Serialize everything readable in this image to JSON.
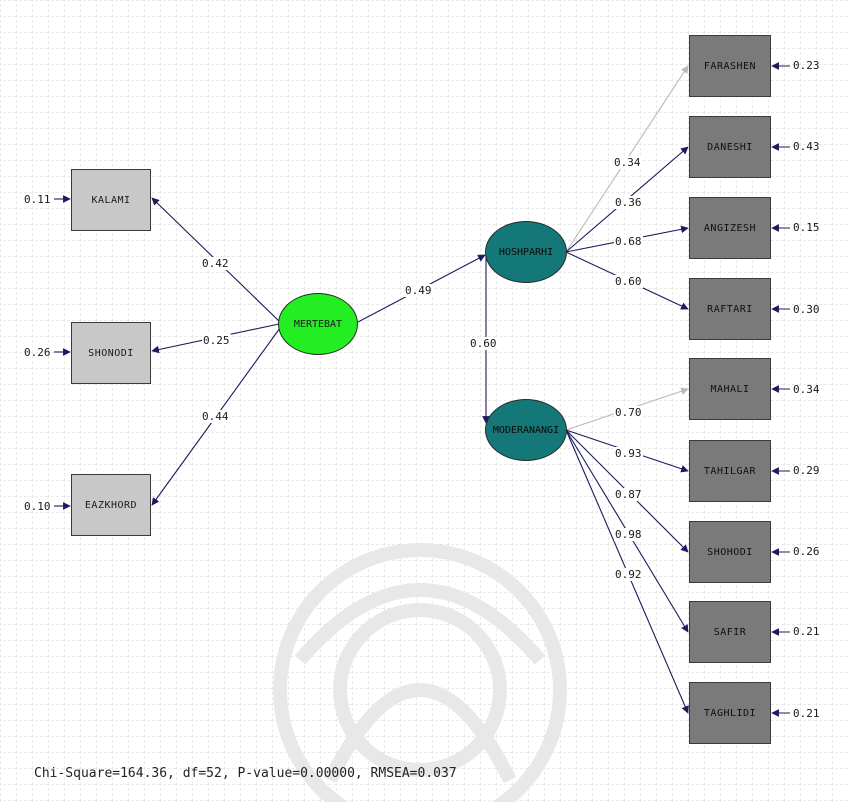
{
  "colors": {
    "latent_exogenous": "#22ee22",
    "latent_endogenous": "#137877",
    "left_indicator": "#c8c8c8",
    "right_indicator": "#7a7a7a",
    "path_dark": "#1b1b5e",
    "path_light": "#b8b8b8"
  },
  "latents": {
    "mertebat": "MERTEBAT",
    "hoshparhi": "HOSHPARHI",
    "modernangi": "MODERANANGI"
  },
  "left_indicators": [
    {
      "name": "KALAMI",
      "error": "0.11",
      "loading": "0.42"
    },
    {
      "name": "SHONODI",
      "error": "0.26",
      "loading": "0.25"
    },
    {
      "name": "EAZKHORD",
      "error": "0.10",
      "loading": "0.44"
    }
  ],
  "structural_paths": [
    {
      "from": "MERTEBAT",
      "to": "HOSHPARHI",
      "value": "0.49"
    },
    {
      "from": "HOSHPARHI",
      "to": "MODERANANGI",
      "value": "0.60"
    }
  ],
  "hoshparhi_indicators": [
    {
      "name": "FARASHEN",
      "error": "0.23",
      "loading": "0.34"
    },
    {
      "name": "DANESHI",
      "error": "0.43",
      "loading": "0.36"
    },
    {
      "name": "ANGIZESH",
      "error": "0.15",
      "loading": "0.68"
    },
    {
      "name": "RAFTARI",
      "error": "0.30",
      "loading": "0.60"
    }
  ],
  "modernangi_indicators": [
    {
      "name": "MAHALI",
      "error": "0.34",
      "loading": "0.70"
    },
    {
      "name": "TAHILGAR",
      "error": "0.29",
      "loading": "0.93"
    },
    {
      "name": "SHOHODI",
      "error": "0.26",
      "loading": "0.87"
    },
    {
      "name": "SAFIR",
      "error": "0.21",
      "loading": "0.98"
    },
    {
      "name": "TAGHLIDI",
      "error": "0.21",
      "loading": "0.92"
    }
  ],
  "fit_stats": "Chi-Square=164.36, df=52, P-value=0.00000, RMSEA=0.037"
}
